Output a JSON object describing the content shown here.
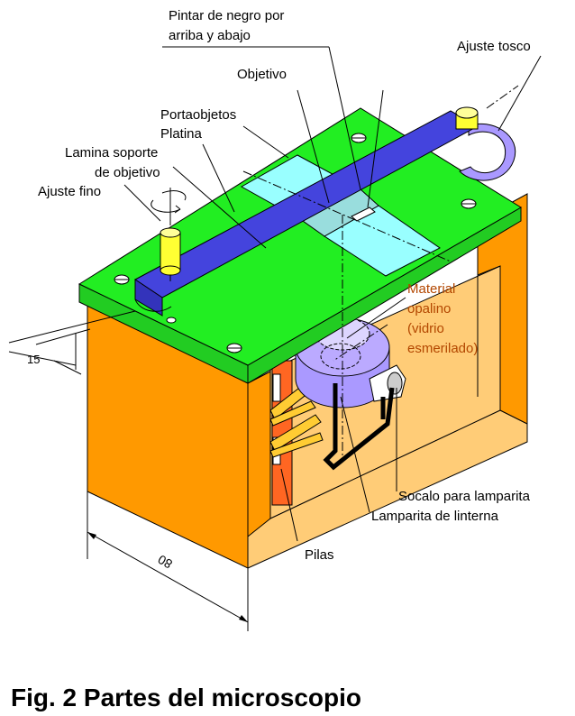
{
  "labels": {
    "pintar": "Pintar de negro por",
    "pintar2": "arriba y abajo",
    "ajuste_tosco": "Ajuste tosco",
    "objetivo": "Objetivo",
    "portaobjetos": "Portaobjetos",
    "platina": "Platina",
    "lamina": "Lamina soporte",
    "lamina2": "de objetivo",
    "ajuste_fino": "Ajuste fino",
    "material": "Material",
    "material2": "opalino",
    "material3": "(vidrio",
    "material4": "esmerilado)",
    "socalo": "Socalo para lamparita",
    "lamparita": "Lamparita de linterna",
    "pilas": "Pilas"
  },
  "dimensions": {
    "d15": "15",
    "d80": "80"
  },
  "caption": "Fig. 2 Partes del microscopio",
  "colors": {
    "platform_green": "#22ee22",
    "box_orange": "#ff9900",
    "box_inner": "#ffcc77",
    "slide_cyan": "#99ffff",
    "arm_blue": "#4444dd",
    "lamp_lavender": "#aa99ff",
    "knob_yellow": "#ffff33",
    "battery_orange": "#ff6622"
  }
}
